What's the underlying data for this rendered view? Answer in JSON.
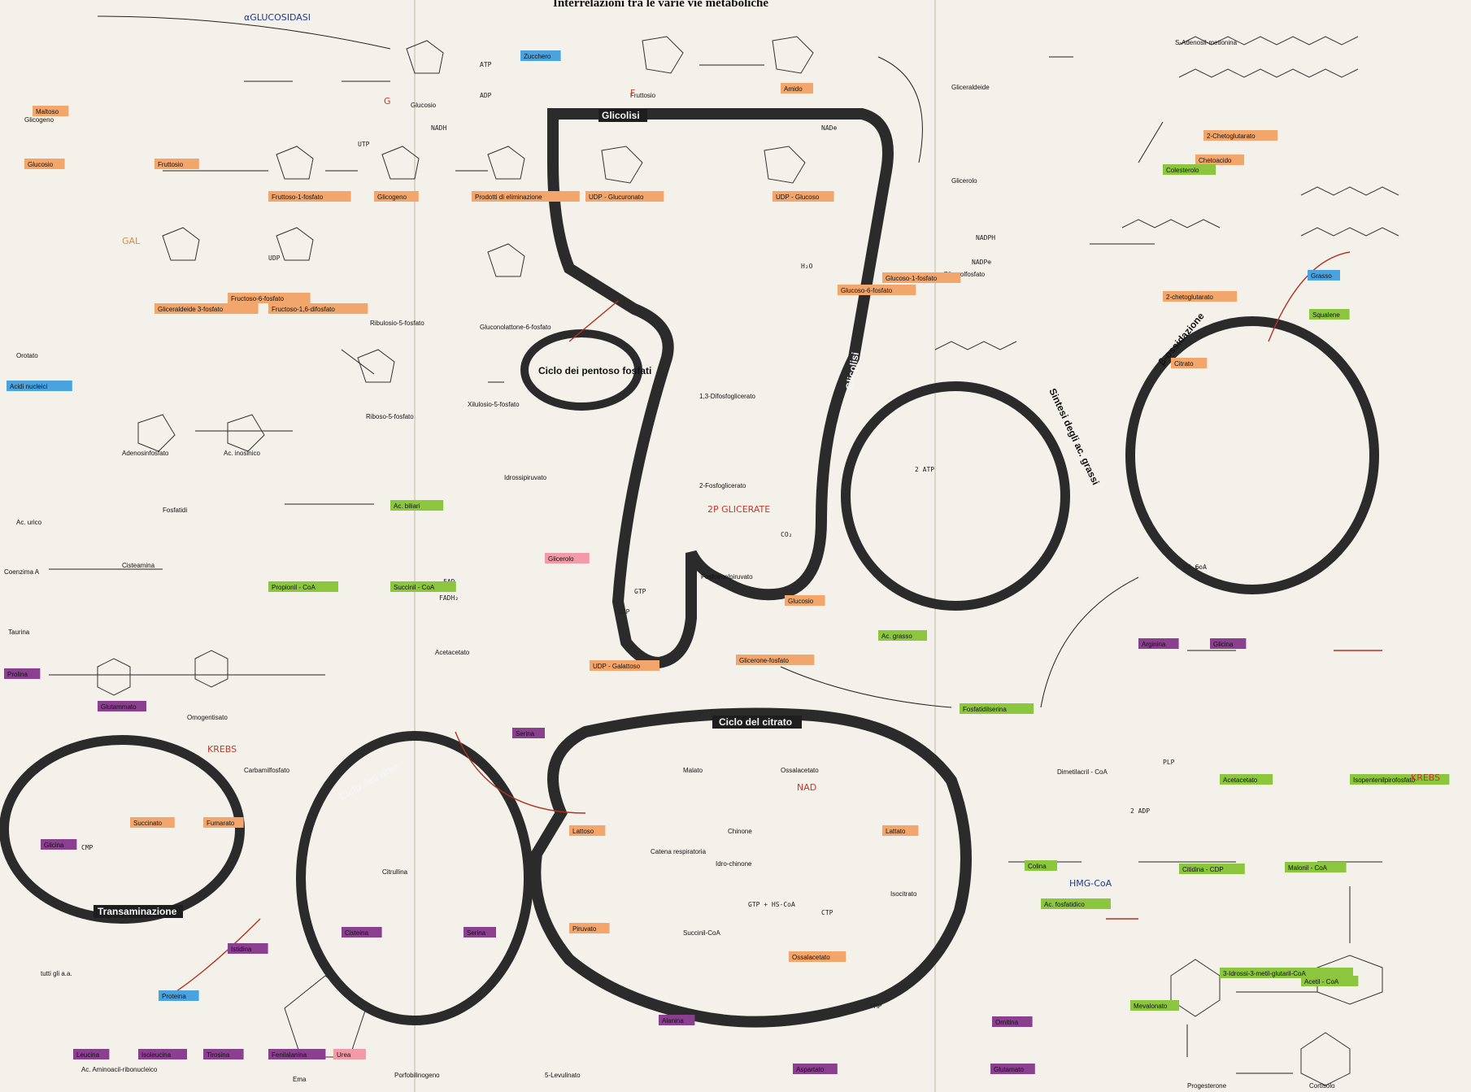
{
  "title": "Interrelazioni tra le varie vie metaboliche",
  "colors": {
    "paper": "#f4f1ea",
    "orange_tag": "#f3a66b",
    "green_tag": "#8cc63f",
    "blue_tag": "#4aa3df",
    "purple_tag": "#8a3f8f",
    "red_tag": "#d64b4b",
    "pink_tag": "#f29aa8",
    "cycle_stroke": "#2b2b2b",
    "annotation_red": "#c0392b",
    "annotation_blue": "#2c3e8f"
  },
  "cycles": {
    "glicolisi": "Glicolisi",
    "glicolisi_side": "Glicolisi",
    "pentosi": "Ciclo dei pentoso fosfati",
    "citrato": "Ciclo del citrato",
    "urea": "Ciclo dell'urea",
    "transaminazione": "Transaminazione",
    "sintesi_grassi": "Sintesi degli ac. grassi",
    "beta_ossidazione": "β-ossidazione"
  },
  "tags": [
    {
      "text": "Zucchero",
      "color": "blue"
    },
    {
      "text": "Acidi nucleici",
      "color": "blue"
    },
    {
      "text": "Grasso",
      "color": "blue"
    },
    {
      "text": "Proteina",
      "color": "blue"
    },
    {
      "text": "Amido",
      "color": "orange"
    },
    {
      "text": "Maltoso",
      "color": "orange"
    },
    {
      "text": "Glucosio",
      "color": "orange"
    },
    {
      "text": "Fruttosio",
      "color": "orange"
    },
    {
      "text": "Fruttoso-1-fosfato",
      "color": "orange"
    },
    {
      "text": "Glicogeno",
      "color": "orange"
    },
    {
      "text": "Prodotti di eliminazione",
      "color": "orange"
    },
    {
      "text": "UDP - Glucuronato",
      "color": "orange"
    },
    {
      "text": "UDP - Glucoso",
      "color": "orange"
    },
    {
      "text": "Glucoso-1-fosfato",
      "color": "orange"
    },
    {
      "text": "Glucoso-6-fosfato",
      "color": "orange"
    },
    {
      "text": "Fructoso-6-fosfato",
      "color": "orange"
    },
    {
      "text": "Fructoso-1,6-difosfato",
      "color": "orange"
    },
    {
      "text": "Gliceraldeide 3-fosfato",
      "color": "orange"
    },
    {
      "text": "Glicerone-fosfato",
      "color": "orange"
    },
    {
      "text": "Glucosio",
      "color": "orange"
    },
    {
      "text": "UDP - Galattoso",
      "color": "orange"
    },
    {
      "text": "Lattoso",
      "color": "orange"
    },
    {
      "text": "Piruvato",
      "color": "orange"
    },
    {
      "text": "Lattato",
      "color": "orange"
    },
    {
      "text": "Ossalacetato",
      "color": "orange"
    },
    {
      "text": "Fumarato",
      "color": "orange"
    },
    {
      "text": "Succinato",
      "color": "orange"
    },
    {
      "text": "Citrato",
      "color": "orange"
    },
    {
      "text": "2-Chetoglutarato",
      "color": "orange"
    },
    {
      "text": "Chetoacido",
      "color": "orange"
    },
    {
      "text": "2-chetoglutarato",
      "color": "orange"
    },
    {
      "text": "Ac. grasso",
      "color": "green"
    },
    {
      "text": "Fosfatidilserina",
      "color": "green"
    },
    {
      "text": "Colina",
      "color": "green"
    },
    {
      "text": "Citidina - CDP",
      "color": "green"
    },
    {
      "text": "Ac. fosfatidico",
      "color": "green"
    },
    {
      "text": "Malonil - CoA",
      "color": "green"
    },
    {
      "text": "Acetil - CoA",
      "color": "green"
    },
    {
      "text": "3-Idrossi-3-metil-glutaril-CoA",
      "color": "green"
    },
    {
      "text": "Mevalonato",
      "color": "green"
    },
    {
      "text": "Acetacetato",
      "color": "green"
    },
    {
      "text": "Isopentenilpirofosfato",
      "color": "green"
    },
    {
      "text": "Squalene",
      "color": "green"
    },
    {
      "text": "Colesterolo",
      "color": "green"
    },
    {
      "text": "Ac. biliari",
      "color": "green"
    },
    {
      "text": "Propionil - CoA",
      "color": "green"
    },
    {
      "text": "Succinil - CoA",
      "color": "green"
    },
    {
      "text": "Glicerolo",
      "color": "pink"
    },
    {
      "text": "Serina",
      "color": "purple"
    },
    {
      "text": "Glicina",
      "color": "purple"
    },
    {
      "text": "Cisteina",
      "color": "purple"
    },
    {
      "text": "Serina",
      "color": "purple"
    },
    {
      "text": "Alanina",
      "color": "purple"
    },
    {
      "text": "Aspartato",
      "color": "purple"
    },
    {
      "text": "Glutamato",
      "color": "purple"
    },
    {
      "text": "Ornitina",
      "color": "purple"
    },
    {
      "text": "Arginina",
      "color": "purple"
    },
    {
      "text": "Glicina",
      "color": "purple"
    },
    {
      "text": "Glutammato",
      "color": "purple"
    },
    {
      "text": "Prolina",
      "color": "purple"
    },
    {
      "text": "Istidina",
      "color": "purple"
    },
    {
      "text": "Leucina",
      "color": "purple"
    },
    {
      "text": "Isoleucina",
      "color": "purple"
    },
    {
      "text": "Tirosina",
      "color": "purple"
    },
    {
      "text": "Fenilalanina",
      "color": "purple"
    },
    {
      "text": "Urea",
      "color": "pink"
    }
  ],
  "labels": [
    "Glicogeno",
    "Glucosio",
    "Fruttosio",
    "Ribulosio-5-fosfato",
    "Xilulosio-5-fosfato",
    "Gluconolattone-6-fosfato",
    "Riboso-5-fosfato",
    "Adenosinfosfato",
    "Ac. inosinico",
    "Orotato",
    "Ac. urico",
    "Coenzima A",
    "Cisteamina",
    "Taurina",
    "Fosfatidi",
    "Idrossipiruvato",
    "Acetacetato",
    "Omogentisato",
    "Carbamilfosfato",
    "Citrullina",
    "Malato",
    "Ossalacetato",
    "Catena respiratoria",
    "Idro-chinone",
    "Chinone",
    "Succinil-CoA",
    "Porfobilinogeno",
    "5-Levulinato",
    "Ema",
    "Ac. Aminoacil-ribonucleico",
    "tutti gli a.a.",
    "Dimetilacril - CoA",
    "S-Adenosil-metionina",
    "Gliceraldeide",
    "Glicerolfosfato",
    "Glicerolo",
    "1,3-Difosfoglicerato",
    "2-Fosfoglicerato",
    "Fosfoenolpiruvato",
    "Isocitrato",
    "Progesterone",
    "Cortisolo"
  ],
  "cofactors": [
    "ATP",
    "ADP",
    "NAD⊕",
    "NADH",
    "NADP⊕",
    "NADPH",
    "UTP",
    "UDP",
    "GTP",
    "GDP",
    "CO₂",
    "H₂O",
    "PLP",
    "PMP",
    "FAD",
    "FADH₂",
    "HS-CoA",
    "P",
    "2 ADP",
    "2 ATP",
    "CTP",
    "CMP",
    "GTP + HS-CoA"
  ],
  "annotations": [
    "αGLUCOSIDASI",
    "G",
    "F",
    "GAL",
    "2P GLICERATE",
    "KREBS",
    "NAD",
    "KREBS",
    "HMG-CoA"
  ]
}
